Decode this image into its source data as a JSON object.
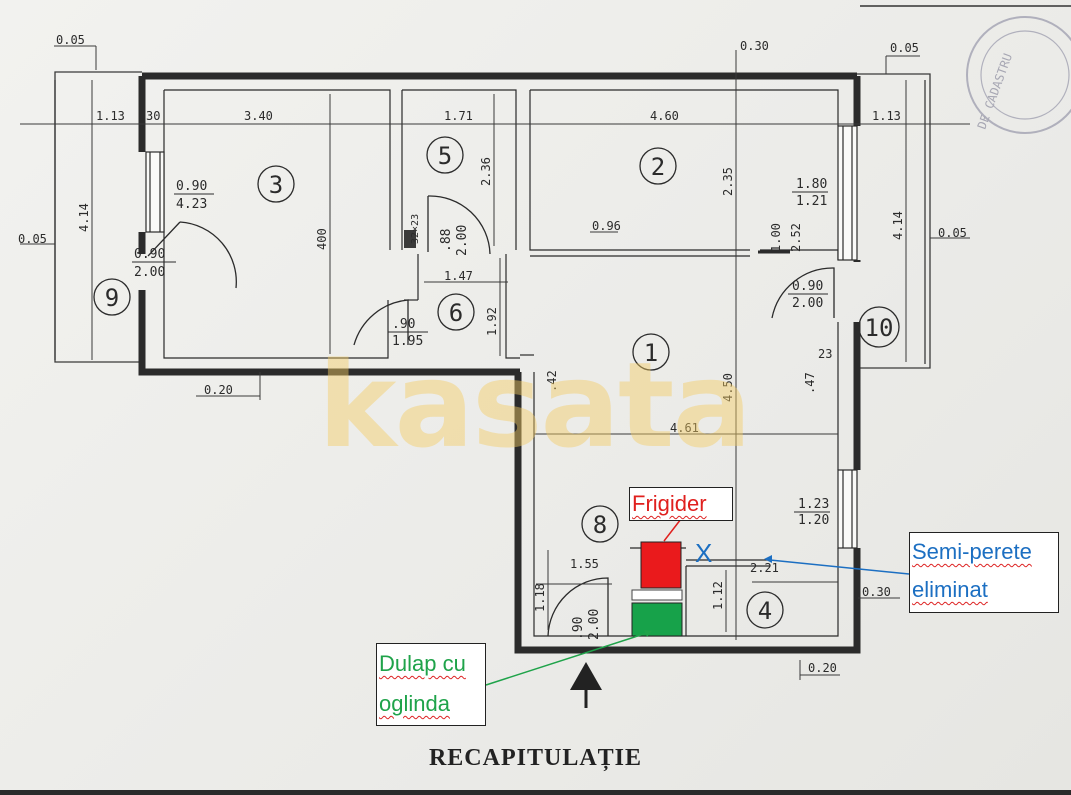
{
  "stamp": {
    "text": "DE CADASTRU"
  },
  "dimensions": {
    "top_left_offset": "0.05",
    "top_right_a": "0.30",
    "top_right_b": "0.05",
    "left_outer": "0.05",
    "right_outer": "0.05",
    "seg_113_left": "1.13",
    "seg_30": "30",
    "seg_340": "3.40",
    "seg_171": "1.71",
    "seg_460": "4.60",
    "seg_113_right": "1.13",
    "left_height": "4.14",
    "right_height": "4.14",
    "room3_height": "400",
    "room5_height": "2.36",
    "room2_height": "2.35",
    "hall_height": "4.50",
    "room6_height": "1.92",
    "room6_width": "1.47",
    "hall_width": "4.61",
    "room8_width": "1.55",
    "room8_height": "1.18",
    "room4_width": "2.21",
    "room4_height": "1.12",
    "bottom_left": "0.20",
    "bottom_right": "0.20",
    "right_030": "0.30",
    "small_096": "0.96",
    "small_100": "1.00",
    "small_252": "2.52",
    "small_42": ".42",
    "small_47": ".47",
    "small_23": "23",
    "vent": "32×23"
  },
  "openings": {
    "win3_a": "0.90",
    "win3_b": "4.23",
    "door9_a": "0.90",
    "door9_b": "2.00",
    "door5_a": ".88",
    "door5_b": "2.00",
    "door6_a": ".90",
    "door6_b": "1.95",
    "win2_a": "1.80",
    "win2_b": "1.21",
    "door10_a": "0.90",
    "door10_b": "2.00",
    "win4_a": "1.23",
    "win4_b": "1.20",
    "door8_a": ".90",
    "door8_b": "2.00"
  },
  "rooms": {
    "r1": "1",
    "r2": "2",
    "r3": "3",
    "r4": "4",
    "r5": "5",
    "r6": "6",
    "r8": "8",
    "r9": "9",
    "r10": "10"
  },
  "marks": {
    "x_mark": "X"
  },
  "labels": {
    "frigider": "Frigider",
    "semi_line1": "Semi-perete",
    "semi_line2": "eliminat",
    "dulap_line1": "Dulap cu",
    "dulap_line2": "oglinda"
  },
  "watermark": "kasata",
  "footer": "RECAPITULAȚIE",
  "colors": {
    "ink": "#2b2b2b",
    "frigider": "#e0201e",
    "semi": "#1c6fc2",
    "dulap": "#1fa34a",
    "watermark": "#f5cd64"
  }
}
